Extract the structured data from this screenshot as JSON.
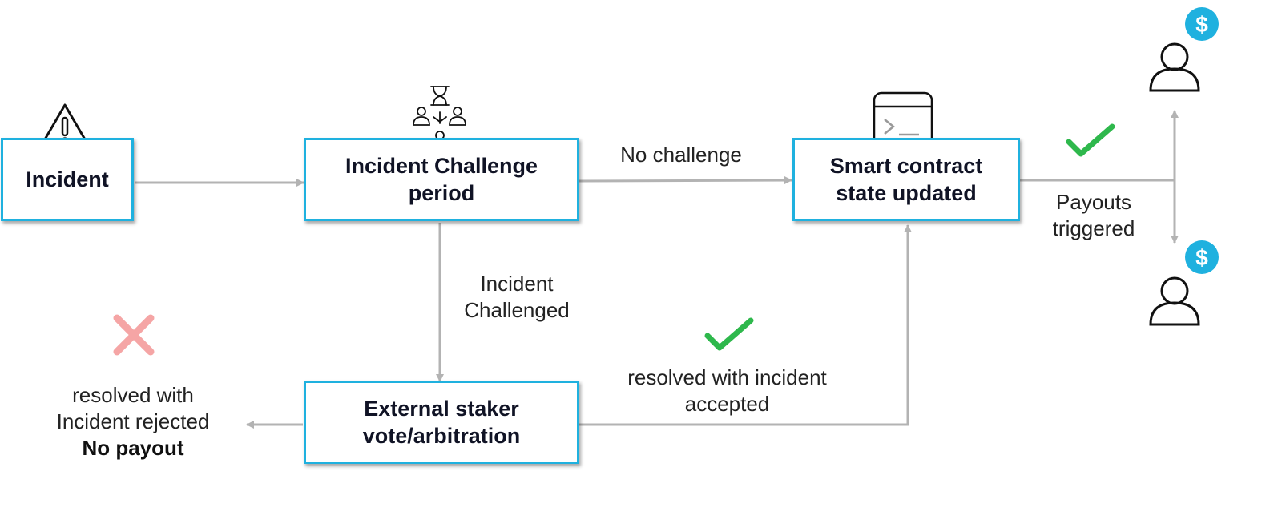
{
  "nodes": {
    "incident": {
      "lines": [
        "Incident"
      ]
    },
    "challenge": {
      "lines": [
        "Incident Challenge",
        "period"
      ]
    },
    "smart_contract": {
      "lines": [
        "Smart contract",
        "state updated"
      ]
    },
    "external": {
      "lines": [
        "External staker",
        "vote/arbitration"
      ]
    }
  },
  "labels": {
    "no_challenge": "No challenge",
    "incident_challenged": [
      "Incident",
      "Challenged"
    ],
    "payouts_triggered": [
      "Payouts",
      "triggered"
    ],
    "resolved_accepted": [
      "resolved with incident",
      "accepted"
    ],
    "resolved_rejected": [
      "resolved with",
      "Incident rejected"
    ],
    "no_payout": "No payout"
  },
  "icons": {
    "warning": "warning-triangle-icon",
    "dispute": "hourglass-people-icon",
    "terminal": "terminal-window-icon",
    "check": "check-icon",
    "cross": "x-icon",
    "user": "user-icon",
    "dollar": "dollar-badge-icon",
    "dollar_symbol": "$"
  },
  "colors": {
    "box_border": "#1fb1df",
    "arrow": "#b3b3b3",
    "check": "#2eb84c",
    "cross": "#f5a5a5",
    "dollar_badge": "#1fb1df"
  }
}
